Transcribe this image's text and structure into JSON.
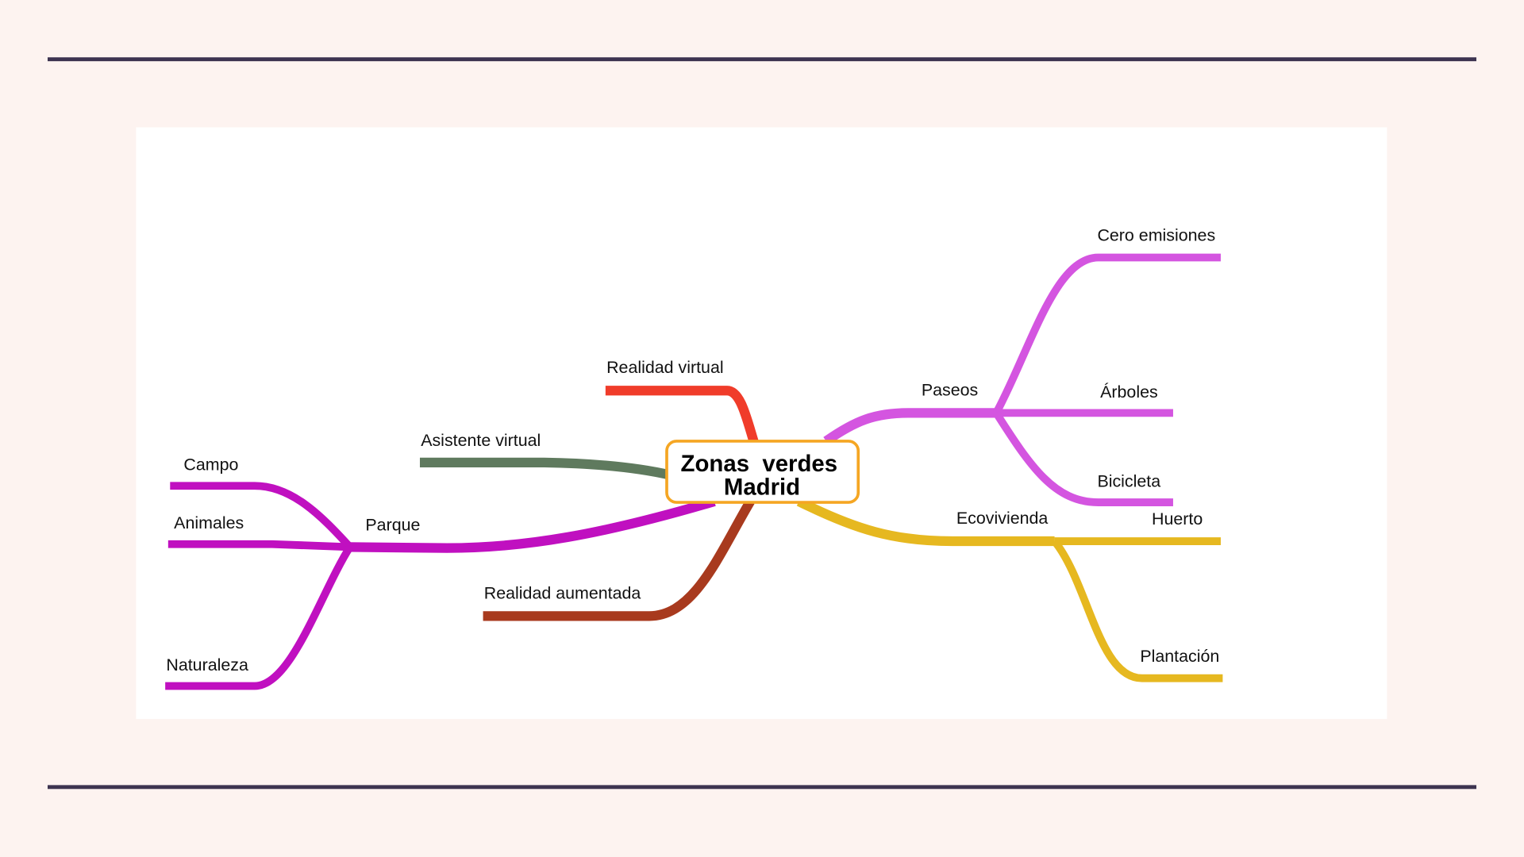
{
  "colors": {
    "background": "#fdf3f0",
    "rule": "#3d3350",
    "center_border": "#f5a623",
    "realidad_virtual": "#f03c2a",
    "asistente_virtual": "#5f7a5e",
    "parque": "#c010c0",
    "realidad_aumentada": "#a83a1e",
    "paseos": "#d455e0",
    "ecovivienda": "#e6b820"
  },
  "center": {
    "line1": "Zonas  verdes",
    "line2": "Madrid"
  },
  "branches": {
    "realidad_virtual": "Realidad virtual",
    "asistente_virtual": "Asistente virtual",
    "parque": "Parque",
    "campo": "Campo",
    "animales": "Animales",
    "naturaleza": "Naturaleza",
    "realidad_aumentada": "Realidad aumentada",
    "paseos": "Paseos",
    "cero_emisiones": "Cero emisiones",
    "arboles": "Árboles",
    "bicicleta": "Bicicleta",
    "ecovivienda": "Ecovivienda",
    "huerto": "Huerto",
    "plantacion": "Plantación"
  }
}
